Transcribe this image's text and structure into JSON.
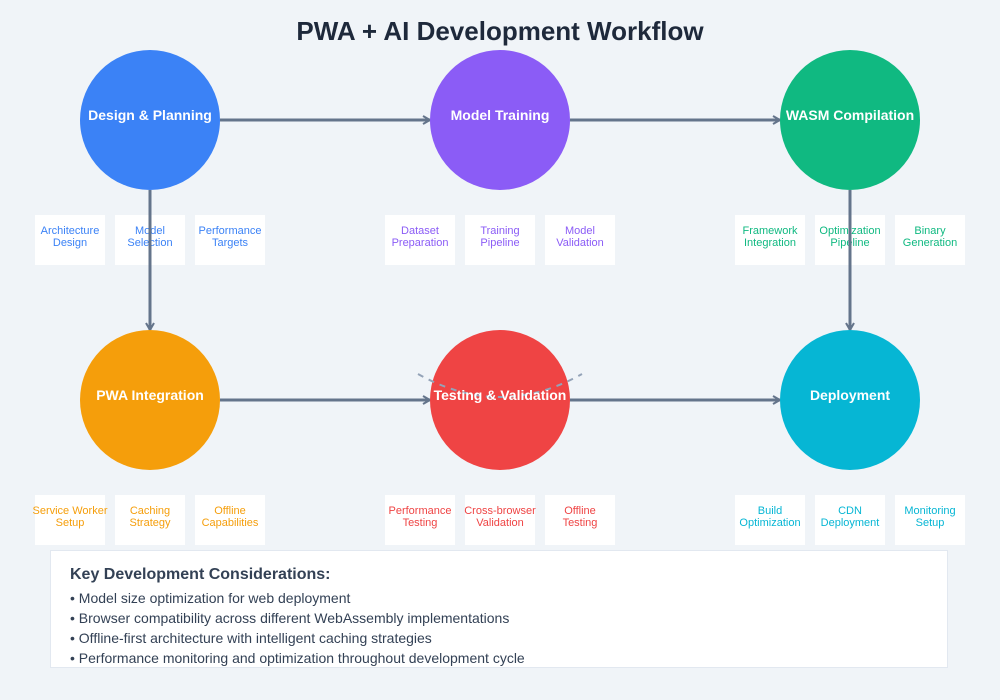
{
  "title": "PWA + AI Development Workflow",
  "colors": {
    "background": "#f0f4f8",
    "arrow": "#64748b",
    "dashed": "#94a3b8",
    "title": "#1e293b"
  },
  "stages": [
    {
      "id": "design",
      "label": "Design & Planning",
      "color": "#3b82f6",
      "row": 0,
      "col": 0,
      "tasks": [
        [
          "Architecture",
          "Design"
        ],
        [
          "Model",
          "Selection"
        ],
        [
          "Performance",
          "Targets"
        ]
      ]
    },
    {
      "id": "training",
      "label": "Model Training",
      "color": "#8b5cf6",
      "row": 0,
      "col": 1,
      "tasks": [
        [
          "Dataset",
          "Preparation"
        ],
        [
          "Training",
          "Pipeline"
        ],
        [
          "Model",
          "Validation"
        ]
      ]
    },
    {
      "id": "wasm",
      "label": "WASM Compilation",
      "color": "#10b981",
      "row": 0,
      "col": 2,
      "tasks": [
        [
          "Framework",
          "Integration"
        ],
        [
          "Optimization",
          "Pipeline"
        ],
        [
          "Binary",
          "Generation"
        ]
      ]
    },
    {
      "id": "pwa",
      "label": "PWA Integration",
      "color": "#f59e0b",
      "row": 1,
      "col": 0,
      "tasks": [
        [
          "Service Worker",
          "Setup"
        ],
        [
          "Caching",
          "Strategy"
        ],
        [
          "Offline",
          "Capabilities"
        ]
      ]
    },
    {
      "id": "testing",
      "label": "Testing & Validation",
      "color": "#ef4444",
      "row": 1,
      "col": 1,
      "tasks": [
        [
          "Performance",
          "Testing"
        ],
        [
          "Cross-browser",
          "Validation"
        ],
        [
          "Offline",
          "Testing"
        ]
      ]
    },
    {
      "id": "deployment",
      "label": "Deployment",
      "color": "#06b6d4",
      "row": 1,
      "col": 2,
      "tasks": [
        [
          "Build",
          "Optimization"
        ],
        [
          "CDN",
          "Deployment"
        ],
        [
          "Monitoring",
          "Setup"
        ]
      ]
    }
  ],
  "connections": [
    {
      "from": "design",
      "to": "training",
      "style": "solid"
    },
    {
      "from": "training",
      "to": "wasm",
      "style": "solid"
    },
    {
      "from": "design",
      "to": "pwa",
      "style": "solid"
    },
    {
      "from": "wasm",
      "to": "deployment",
      "style": "solid"
    },
    {
      "from": "pwa",
      "to": "testing",
      "style": "solid"
    },
    {
      "from": "testing",
      "to": "deployment",
      "style": "solid"
    },
    {
      "from": "training",
      "to": "testing",
      "style": "dashed-feedback"
    }
  ],
  "considerations": {
    "heading": "Key Development Considerations:",
    "items": [
      "Model size optimization for web deployment",
      "Browser compatibility across different WebAssembly implementations",
      "Offline-first architecture with intelligent caching strategies",
      "Performance monitoring and optimization throughout development cycle"
    ]
  }
}
